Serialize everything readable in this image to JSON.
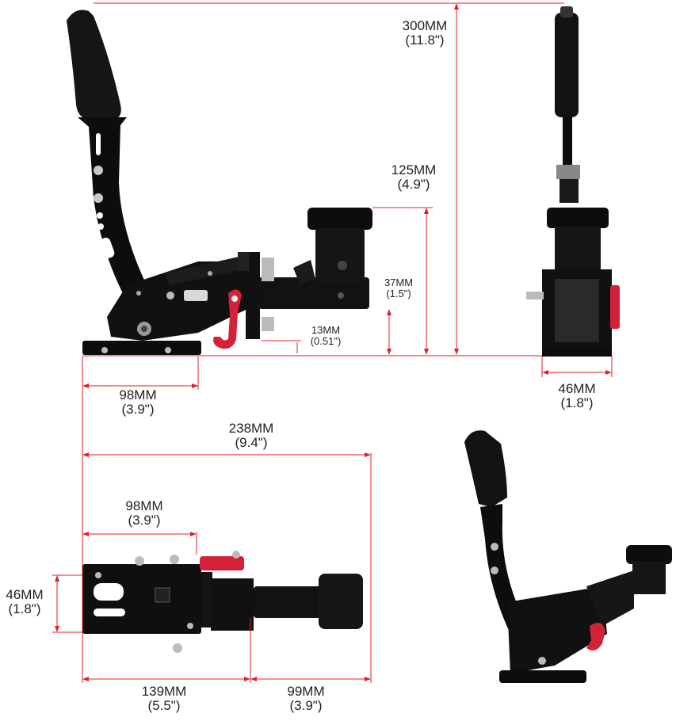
{
  "colors": {
    "dimension_line": "#e0202a",
    "body": "#111111",
    "accent_hook": "#d4213a",
    "metal": "#b8b8b8",
    "background": "#ffffff"
  },
  "dimensions": {
    "height_total": {
      "mm": "300MM",
      "in": "(11.8\")"
    },
    "cylinder_height": {
      "mm": "125MM",
      "in": "(4.9\")"
    },
    "cylinder_axis_height": {
      "mm": "37MM",
      "in": "(1.5\")"
    },
    "base_gap": {
      "mm": "13MM",
      "in": "(0.51\")"
    },
    "side_width": {
      "mm": "46MM",
      "in": "(1.8\")"
    },
    "base_length_side": {
      "mm": "98MM",
      "in": "(3.9\")"
    },
    "total_length": {
      "mm": "238MM",
      "in": "(9.4\")"
    },
    "base_length_top": {
      "mm": "98MM",
      "in": "(3.9\")"
    },
    "top_width": {
      "mm": "46MM",
      "in": "(1.8\")"
    },
    "body_length": {
      "mm": "139MM",
      "in": "(5.5\")"
    },
    "cylinder_length": {
      "mm": "99MM",
      "in": "(3.9\")"
    }
  }
}
